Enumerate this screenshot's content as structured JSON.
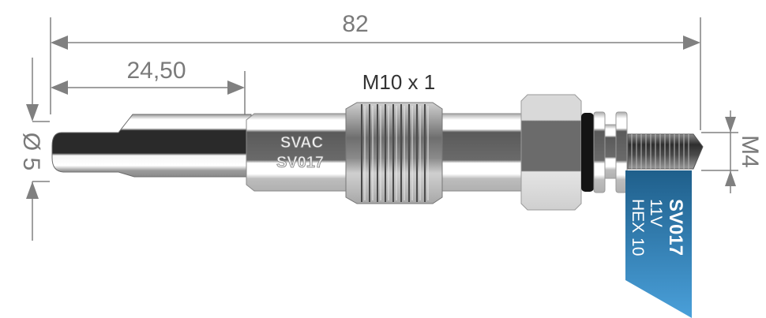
{
  "product": {
    "brand": "SVAC",
    "part_number": "SV017"
  },
  "dimensions": {
    "overall_length": "82",
    "tip_length": "24,50",
    "thread_size": "M10 x 1",
    "tip_diameter": "Ø 5",
    "terminal_thread": "M4"
  },
  "ribbon": {
    "part_number": "SV017",
    "voltage": "11V",
    "hex": "HEX 10",
    "color_top": "#1f5f8b",
    "color_bottom": "#4aa0da"
  },
  "colors": {
    "dimension_line": "#808080",
    "metal_light": "#e6e6e6",
    "metal_dark": "#3a3a3a"
  }
}
